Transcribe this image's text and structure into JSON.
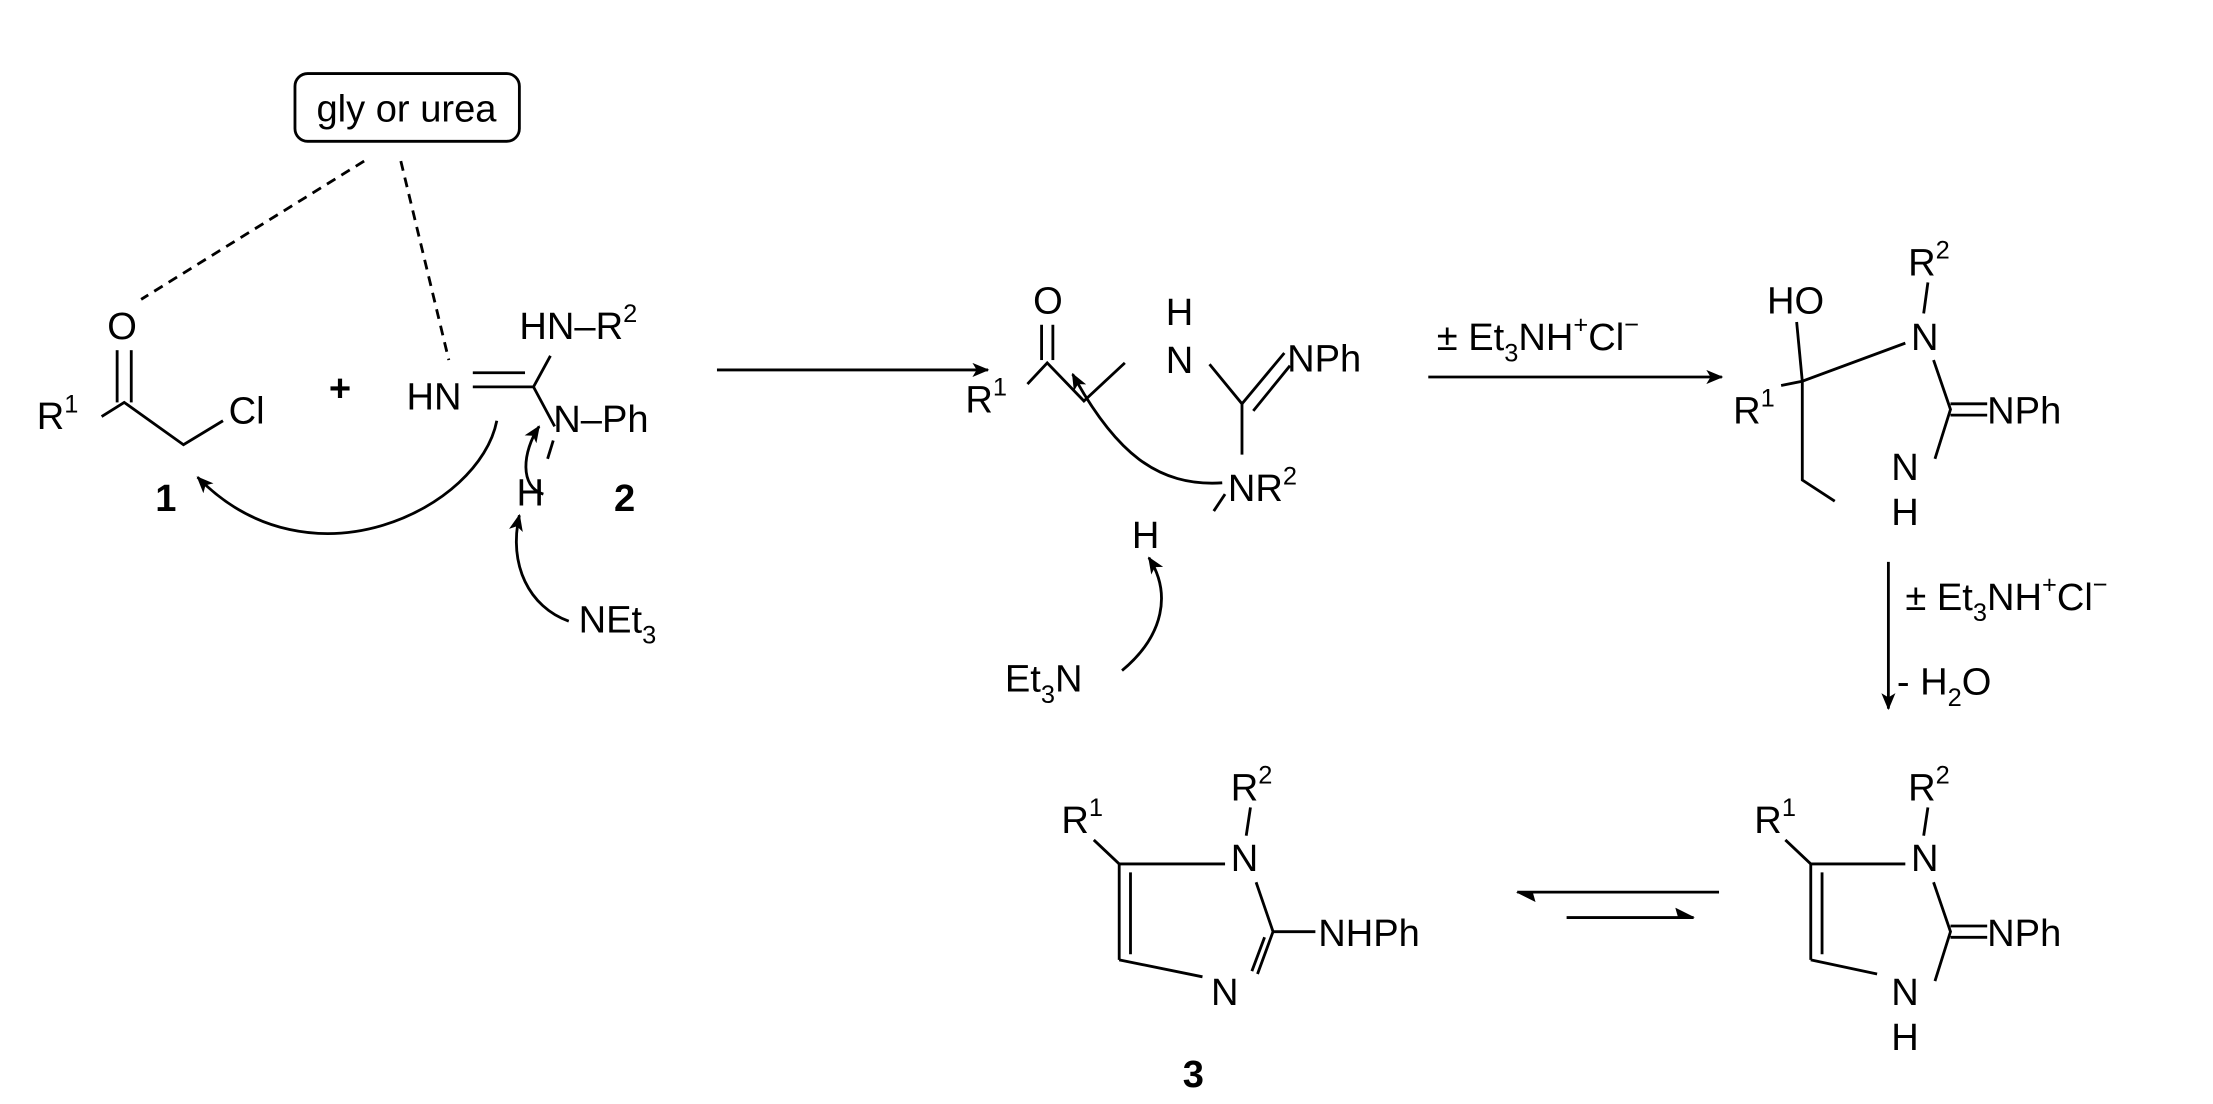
{
  "catalyst_box": "gly or urea",
  "plus": "+",
  "compound1": {
    "O": "O",
    "R": "R",
    "R_sup": "1",
    "Cl": "Cl",
    "label": "1"
  },
  "compound2": {
    "HN": "HN",
    "HN_R": "HN–R",
    "R_sup": "2",
    "N_Ph": "N–Ph",
    "H": "H",
    "label": "2",
    "base": "NEt",
    "base_sub": "3"
  },
  "intermediate1": {
    "O": "O",
    "R": "R",
    "R_sup": "1",
    "N": "N",
    "H_top": "H",
    "NPh": "NPh",
    "NR": "NR",
    "NR_sup": "2",
    "H": "H",
    "base": "Et",
    "base_sub": "3",
    "base_N": "N"
  },
  "arrow1_reagent": {
    "pm": "±",
    "et": "Et",
    "sub": "3",
    "nh": "NH",
    "plus": "+",
    "cl": "Cl",
    "minus": "−"
  },
  "intermediate2": {
    "HO": "HO",
    "R1": "R",
    "R1_sup": "1",
    "R2": "R",
    "R2_sup": "2",
    "N": "N",
    "NPh": "NPh",
    "N2": "N",
    "H": "H"
  },
  "arrow2_reagent": {
    "pm": "±",
    "et": "Et",
    "sub": "3",
    "nh": "NH",
    "plus": "+",
    "cl": "Cl",
    "minus": "−",
    "water": "- H",
    "water_sub": "2",
    "water_O": "O"
  },
  "imine": {
    "R1": "R",
    "R1_sup": "1",
    "R2": "R",
    "R2_sup": "2",
    "N": "N",
    "NPh": "NPh",
    "N2": "N",
    "H": "H"
  },
  "product3": {
    "R1": "R",
    "R1_sup": "1",
    "R2": "R",
    "R2_sup": "2",
    "N": "N",
    "NHPh": "NHPh",
    "N2": "N",
    "label": "3"
  }
}
